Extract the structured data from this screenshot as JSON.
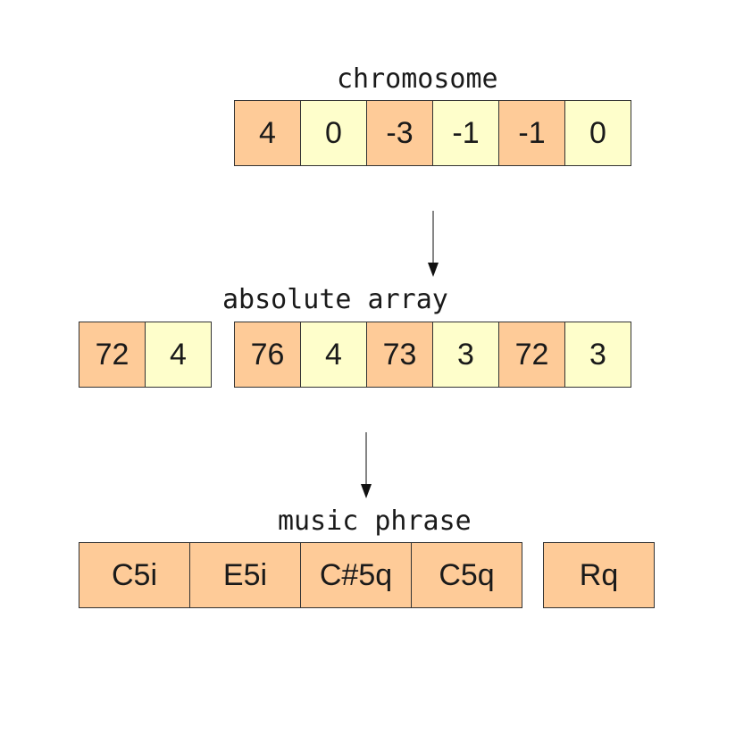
{
  "chromosome": {
    "label": "chromosome",
    "values": [
      "4",
      "0",
      "-3",
      "-1",
      "-1",
      "0"
    ]
  },
  "absolute_array": {
    "label": "absolute array",
    "prefix": [
      "72",
      "4"
    ],
    "values": [
      "76",
      "4",
      "73",
      "3",
      "72",
      "3"
    ]
  },
  "music_phrase": {
    "label": "music phrase",
    "notes": [
      "C5i",
      "E5i",
      "C#5q",
      "C5q"
    ],
    "rest": [
      "Rq"
    ]
  },
  "colors": {
    "orange": "#fecb98",
    "yellow": "#fefecb",
    "border": "#333333"
  }
}
